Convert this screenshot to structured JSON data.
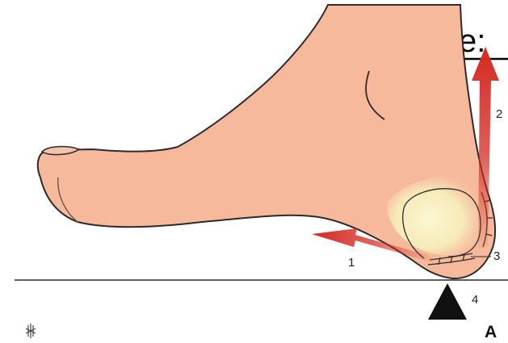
{
  "heading_fragment": "e:",
  "labels": {
    "arrow_1": "1",
    "arrow_2": "2",
    "callout_3": "3",
    "callout_4": "4",
    "panel": "A"
  },
  "colors": {
    "skin": "#f7b99b",
    "outline": "#2b2b2b",
    "arrow": "#d42a22",
    "heel_highlight": "#f8f0c0",
    "fulcrum": "#111111"
  }
}
